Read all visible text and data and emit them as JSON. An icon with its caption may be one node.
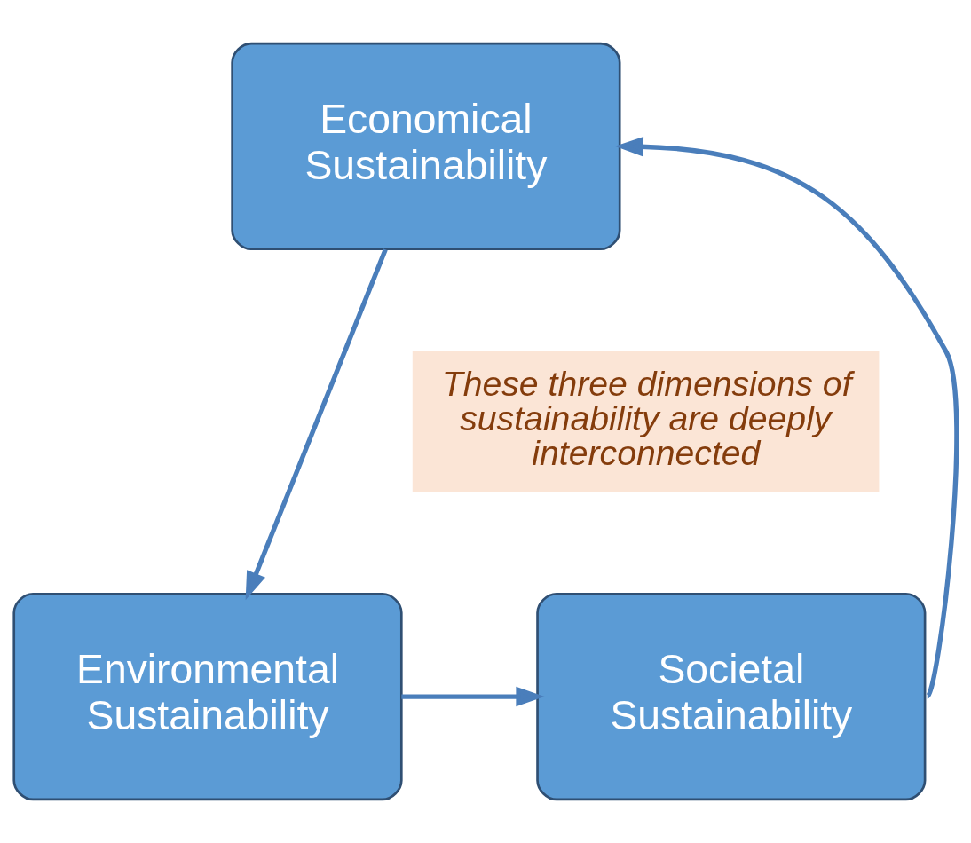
{
  "diagram": {
    "nodes": [
      {
        "text": [
          "Economical Sustainability"
        ]
      },
      {
        "text": [
          "Environmental Sustainability"
        ]
      },
      {
        "text": [
          "Societal Sustainability"
        ]
      },
      {
        "text": [
          "These three dimensions of sustainability are deeply interconnected"
        ]
      }
    ],
    "edges": [
      {
        "from": 0,
        "to": 1,
        "arrow": "to"
      },
      {
        "from": 1,
        "to": 2,
        "arrow": "to"
      },
      {
        "from": 2,
        "to": 0,
        "arrow": "to"
      }
    ]
  }
}
